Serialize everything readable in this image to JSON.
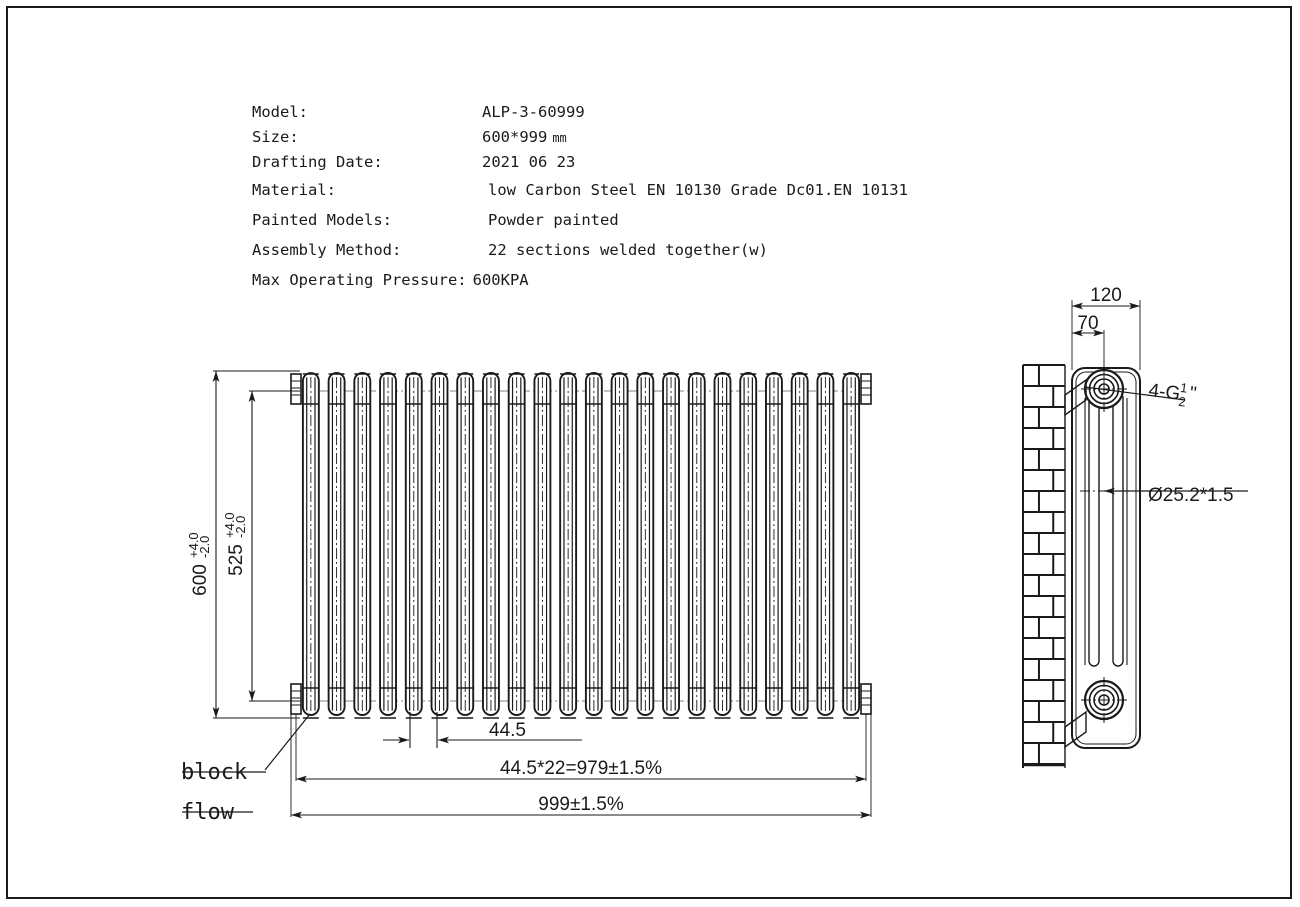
{
  "sheet": {
    "border_color": "#1a1a1a",
    "line_color": "#1a1a1a",
    "background": "#ffffff"
  },
  "spec_block": {
    "rows": [
      {
        "label": "Model:",
        "value": "ALP-3-60999"
      },
      {
        "label": "Size:",
        "value": "600*999",
        "unit": "mm"
      },
      {
        "label": "Drafting Date:",
        "value": "2021 06 23"
      },
      {
        "label": "Material:",
        "value": "low Carbon Steel  EN 10130 Grade Dc01.EN 10131"
      },
      {
        "label": "Painted Models:",
        "value": "Powder painted"
      },
      {
        "label": "Assembly Method:",
        "value": "22 sections welded together(w)"
      },
      {
        "label": "Max Operating Pressure:",
        "value": "600KPA"
      }
    ]
  },
  "front_view": {
    "section_count": 22,
    "dimensions": {
      "height_overall": {
        "value": "600",
        "tol_plus": "+4.0",
        "tol_minus": "-2.0"
      },
      "height_centers": {
        "value": "525",
        "tol_plus": "+4.0",
        "tol_minus": "-2.0"
      },
      "pitch": {
        "value": "44.5"
      },
      "width_sections": {
        "value": "44.5*22=979±1.5%"
      },
      "width_overall": {
        "value": "999±1.5%"
      }
    },
    "callouts": {
      "block": "block",
      "flow": "flow"
    }
  },
  "side_view": {
    "dimensions": {
      "depth_overall": {
        "value": "120"
      },
      "depth_center": {
        "value": "70"
      }
    },
    "callouts": {
      "thread": {
        "prefix": "4-G",
        "numerator": "1",
        "denominator": "2",
        "suffix": "\""
      },
      "tube": "Ø25.2*1.5"
    },
    "wall_hatch": "brick-pattern"
  }
}
